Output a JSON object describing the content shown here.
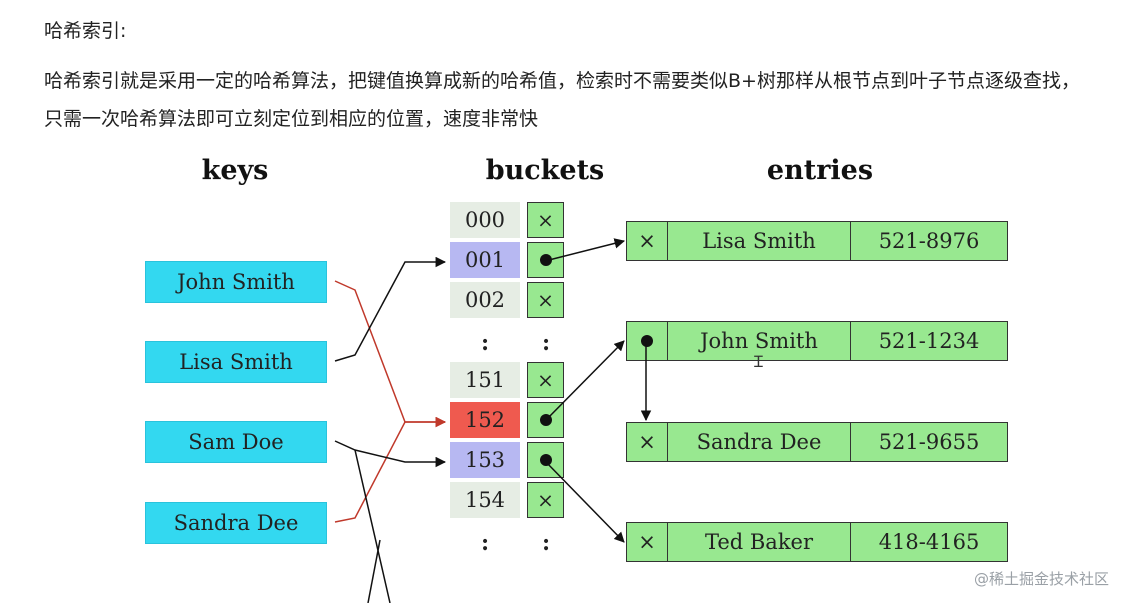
{
  "heading": "哈希索引:",
  "paragraph": "哈希索引就是采用一定的哈希算法，把键值换算成新的哈希值，检索时不需要类似B+树那样从根节点到叶子节点逐级查找，只需一次哈希算法即可立刻定位到相应的位置，速度非常快",
  "diagram": {
    "titles": {
      "keys": "keys",
      "buckets": "buckets",
      "entries": "entries"
    },
    "keys": [
      "John Smith",
      "Lisa Smith",
      "Sam Doe",
      "Sandra Dee"
    ],
    "buckets": [
      {
        "num": "000",
        "ptr": "×",
        "color": "#e6ede4"
      },
      {
        "num": "001",
        "ptr": "dot",
        "color": "#b7b8f2"
      },
      {
        "num": "002",
        "ptr": "×",
        "color": "#e6ede4"
      },
      {
        "num": "151",
        "ptr": "×",
        "color": "#e6ede4"
      },
      {
        "num": "152",
        "ptr": "dot",
        "color": "#ef5a4f"
      },
      {
        "num": "153",
        "ptr": "dot",
        "color": "#b7b8f2"
      },
      {
        "num": "154",
        "ptr": "×",
        "color": "#e6ede4"
      }
    ],
    "dots": ":",
    "entries": [
      {
        "link": "×",
        "name": "Lisa Smith",
        "phone": "521-8976"
      },
      {
        "link": "dot",
        "name": "John Smith",
        "phone": "521-1234"
      },
      {
        "link": "×",
        "name": "Sandra Dee",
        "phone": "521-9655"
      },
      {
        "link": "×",
        "name": "Ted Baker",
        "phone": "418-4165"
      }
    ],
    "colors": {
      "key_fill": "#33d8f0",
      "ptr_fill": "#98e890",
      "entry_fill": "#98e890",
      "collision": "#c0392b"
    }
  },
  "watermark": "@稀土掘金技术社区"
}
